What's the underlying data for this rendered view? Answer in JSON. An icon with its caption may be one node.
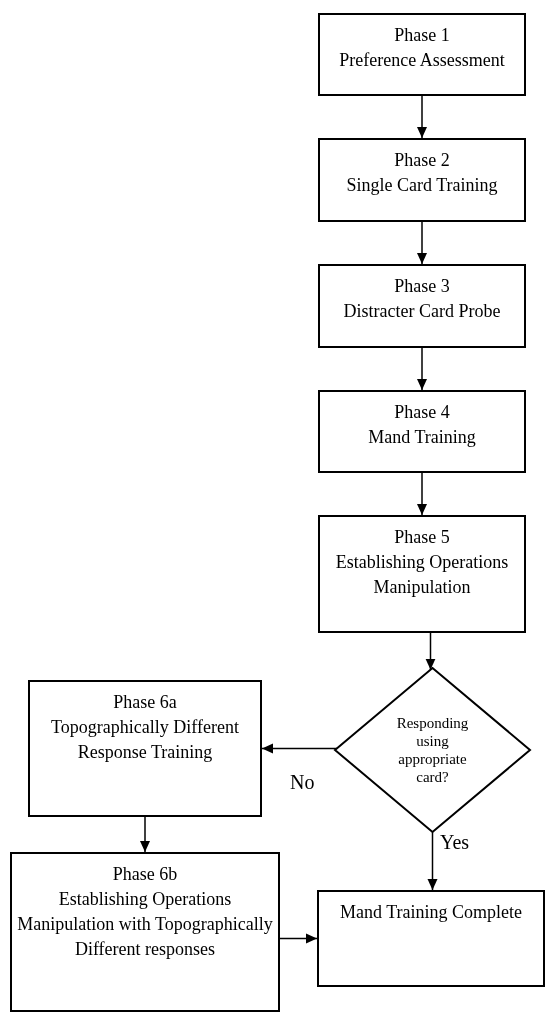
{
  "diagram": {
    "nodes": [
      {
        "text": [
          "Phase 1",
          "Preference Assessment"
        ]
      },
      {
        "text": [
          "Phase 2",
          "Single Card Training"
        ]
      },
      {
        "text": [
          "Phase 3",
          "Distracter Card Probe"
        ]
      },
      {
        "text": [
          "Phase 4",
          "Mand Training"
        ]
      },
      {
        "text": [
          "Phase 5",
          "Establishing Operations Manipulation"
        ]
      },
      {
        "text": [
          "Responding using appropriate card?"
        ]
      },
      {
        "text": [
          "Phase 6a",
          "Topographically Different Response Training"
        ]
      },
      {
        "text": [
          "Phase 6b",
          "Establishing Operations Manipulation with Topographically Different responses"
        ]
      },
      {
        "text": [
          "Mand Training Complete"
        ]
      }
    ],
    "edges": [
      {
        "from": 0,
        "to": 1,
        "arrow": "to"
      },
      {
        "from": 1,
        "to": 2,
        "arrow": "to"
      },
      {
        "from": 2,
        "to": 3,
        "arrow": "to"
      },
      {
        "from": 3,
        "to": 4,
        "arrow": "to"
      },
      {
        "from": 4,
        "to": 5,
        "arrow": "to"
      },
      {
        "from": 5,
        "to": 6,
        "arrow": "to",
        "label": "No"
      },
      {
        "from": 6,
        "to": 7,
        "arrow": "to"
      },
      {
        "from": 5,
        "to": 8,
        "arrow": "to",
        "label": "Yes"
      },
      {
        "from": 7,
        "to": 8,
        "arrow": "to"
      }
    ]
  }
}
